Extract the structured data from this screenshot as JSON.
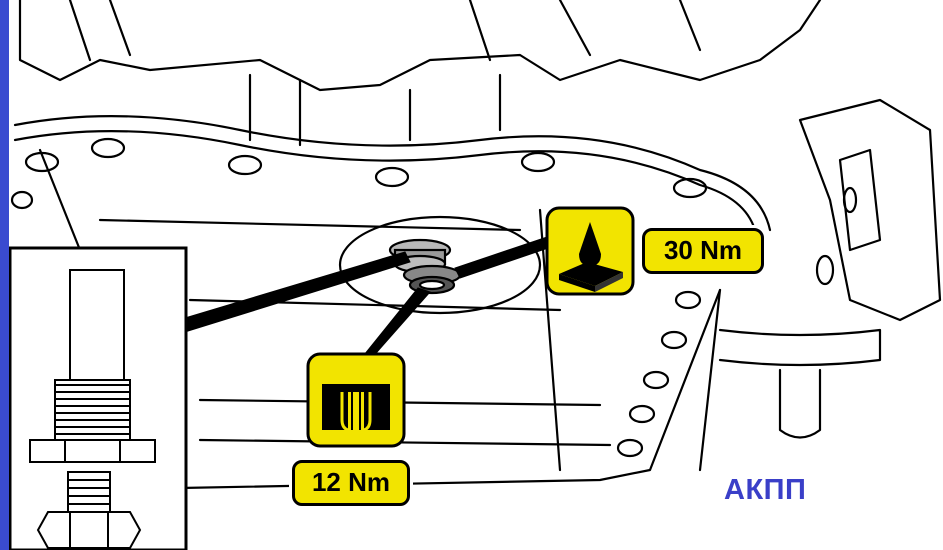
{
  "torque_values": {
    "sealant_plug": "30 Nm",
    "washer_bolt": "12 Nm"
  },
  "caption": "АКПП",
  "icons": {
    "sealant": "sealant-drop-icon",
    "washer": "sealing-washer-icon"
  },
  "colors": {
    "label_fill": "#f2e400",
    "caption": "#3a3fc8",
    "left_bar": "#3a4bd0"
  }
}
